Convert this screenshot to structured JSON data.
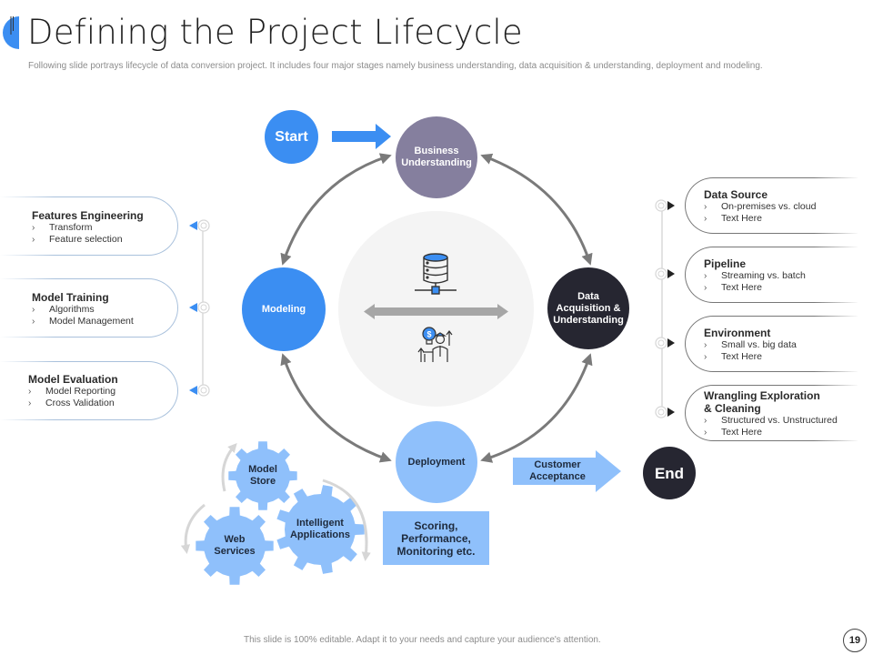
{
  "header": {
    "title": "Defining the Project Lifecycle",
    "subtitle": "Following slide portrays lifecycle of data conversion project. It includes four major stages namely business understanding, data acquisition & understanding, deployment and modeling."
  },
  "colors": {
    "accent_blue": "#3b8ef2",
    "light_blue": "#8fc0fb",
    "business_purple": "#857f9e",
    "dark_navy": "#262631",
    "arrow_gray": "#7a7a7a"
  },
  "cycle": {
    "start": "Start",
    "end": "End",
    "stages": {
      "business": [
        "Business",
        "Understanding"
      ],
      "data_acquisition": [
        "Data",
        "Acquisition &",
        "Understanding"
      ],
      "deployment": [
        "Deployment"
      ],
      "modeling": [
        "Modeling"
      ]
    },
    "center_icons": [
      "database-network-icon",
      "bidirectional-arrow-icon",
      "idea-person-growth-icon"
    ],
    "customer_acceptance": [
      "Customer",
      "Acceptance"
    ],
    "scoring": [
      "Scoring,",
      "Performance,",
      "Monitoring etc."
    ]
  },
  "gears": [
    {
      "label": [
        "Model",
        "Store"
      ]
    },
    {
      "label": [
        "Web",
        "Services"
      ]
    },
    {
      "label": [
        "Intelligent",
        "Applications"
      ]
    }
  ],
  "left_cards": [
    {
      "title": "Features Engineering",
      "items": [
        "Transform",
        "Feature selection"
      ]
    },
    {
      "title": "Model Training",
      "items": [
        "Algorithms",
        "Model Management"
      ]
    },
    {
      "title": "Model Evaluation",
      "items": [
        "Model Reporting",
        "Cross Validation"
      ]
    }
  ],
  "right_cards": [
    {
      "title": "Data Source",
      "items": [
        "On-premises vs. cloud",
        "Text Here"
      ]
    },
    {
      "title": "Pipeline",
      "items": [
        "Streaming vs. batch",
        "Text Here"
      ]
    },
    {
      "title": "Environment",
      "items": [
        "Small vs. big data",
        "Text Here"
      ]
    },
    {
      "title": [
        "Wrangling Exploration",
        "& Cleaning"
      ],
      "items": [
        "Structured vs. Unstructured",
        "Text Here"
      ]
    }
  ],
  "bullet_glyph": "›",
  "footer": {
    "note": "This slide is 100% editable. Adapt it to your needs and capture your audience's attention.",
    "page_number": "19"
  }
}
